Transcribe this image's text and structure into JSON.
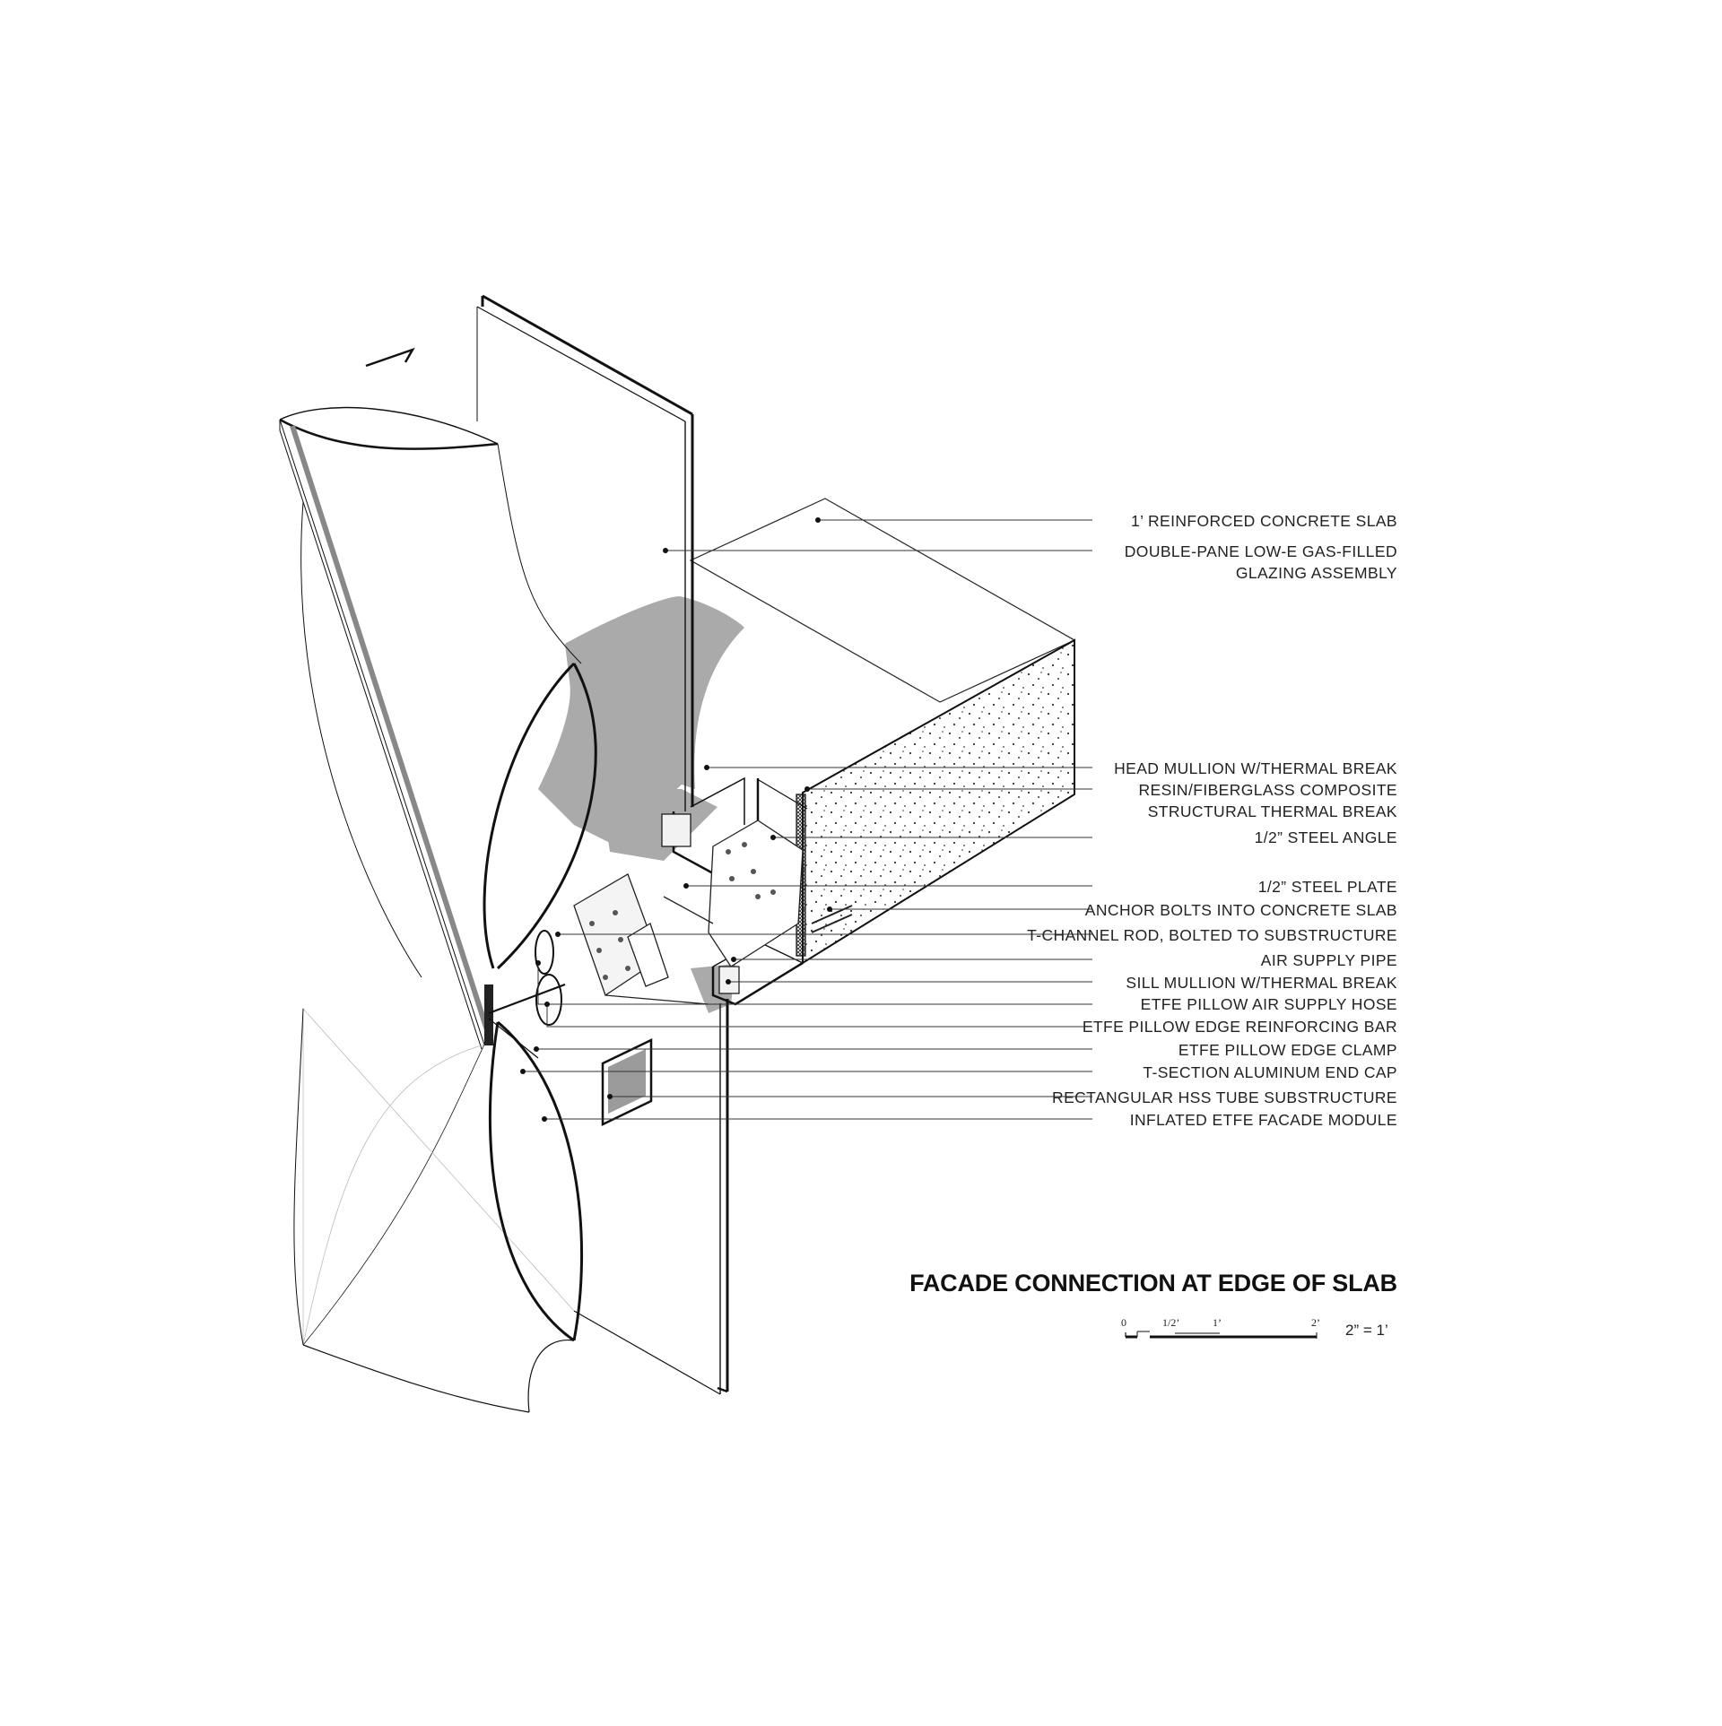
{
  "title": "FACADE CONNECTION AT EDGE OF SLAB",
  "labels": [
    {
      "id": "slab",
      "lines": [
        "1’ REINFORCED CONCRETE SLAB"
      ]
    },
    {
      "id": "glazing",
      "lines": [
        "DOUBLE-PANE LOW-E GAS-FILLED",
        "GLAZING ASSEMBLY"
      ]
    },
    {
      "id": "head-mullion",
      "lines": [
        "HEAD MULLION W/THERMAL BREAK"
      ]
    },
    {
      "id": "thermal-break",
      "lines": [
        "RESIN/FIBERGLASS COMPOSITE",
        "STRUCTURAL THERMAL BREAK"
      ]
    },
    {
      "id": "steel-angle",
      "lines": [
        "1/2” STEEL ANGLE"
      ]
    },
    {
      "id": "steel-plate",
      "lines": [
        "1/2” STEEL PLATE"
      ]
    },
    {
      "id": "anchor-bolts",
      "lines": [
        "ANCHOR BOLTS INTO CONCRETE SLAB"
      ]
    },
    {
      "id": "t-channel-rod",
      "lines": [
        "T-CHANNEL ROD, BOLTED TO SUBSTRUCTURE"
      ]
    },
    {
      "id": "air-supply-pipe",
      "lines": [
        "AIR SUPPLY PIPE"
      ]
    },
    {
      "id": "sill-mullion",
      "lines": [
        "SILL MULLION W/THERMAL BREAK"
      ]
    },
    {
      "id": "air-supply-hose",
      "lines": [
        "ETFE PILLOW AIR SUPPLY HOSE"
      ]
    },
    {
      "id": "reinforcing-bar",
      "lines": [
        "ETFE PILLOW EDGE REINFORCING BAR"
      ]
    },
    {
      "id": "edge-clamp",
      "lines": [
        "ETFE PILLOW EDGE CLAMP"
      ]
    },
    {
      "id": "end-cap",
      "lines": [
        "T-SECTION ALUMINUM END CAP"
      ]
    },
    {
      "id": "hss-tube",
      "lines": [
        "RECTANGULAR HSS TUBE SUBSTRUCTURE"
      ]
    },
    {
      "id": "etfe-module",
      "lines": [
        "INFLATED ETFE FACADE MODULE"
      ]
    }
  ],
  "scale_bar": {
    "ticks": [
      "0",
      "1/2’",
      "1’",
      "2’"
    ],
    "ratio": "2” = 1’"
  }
}
